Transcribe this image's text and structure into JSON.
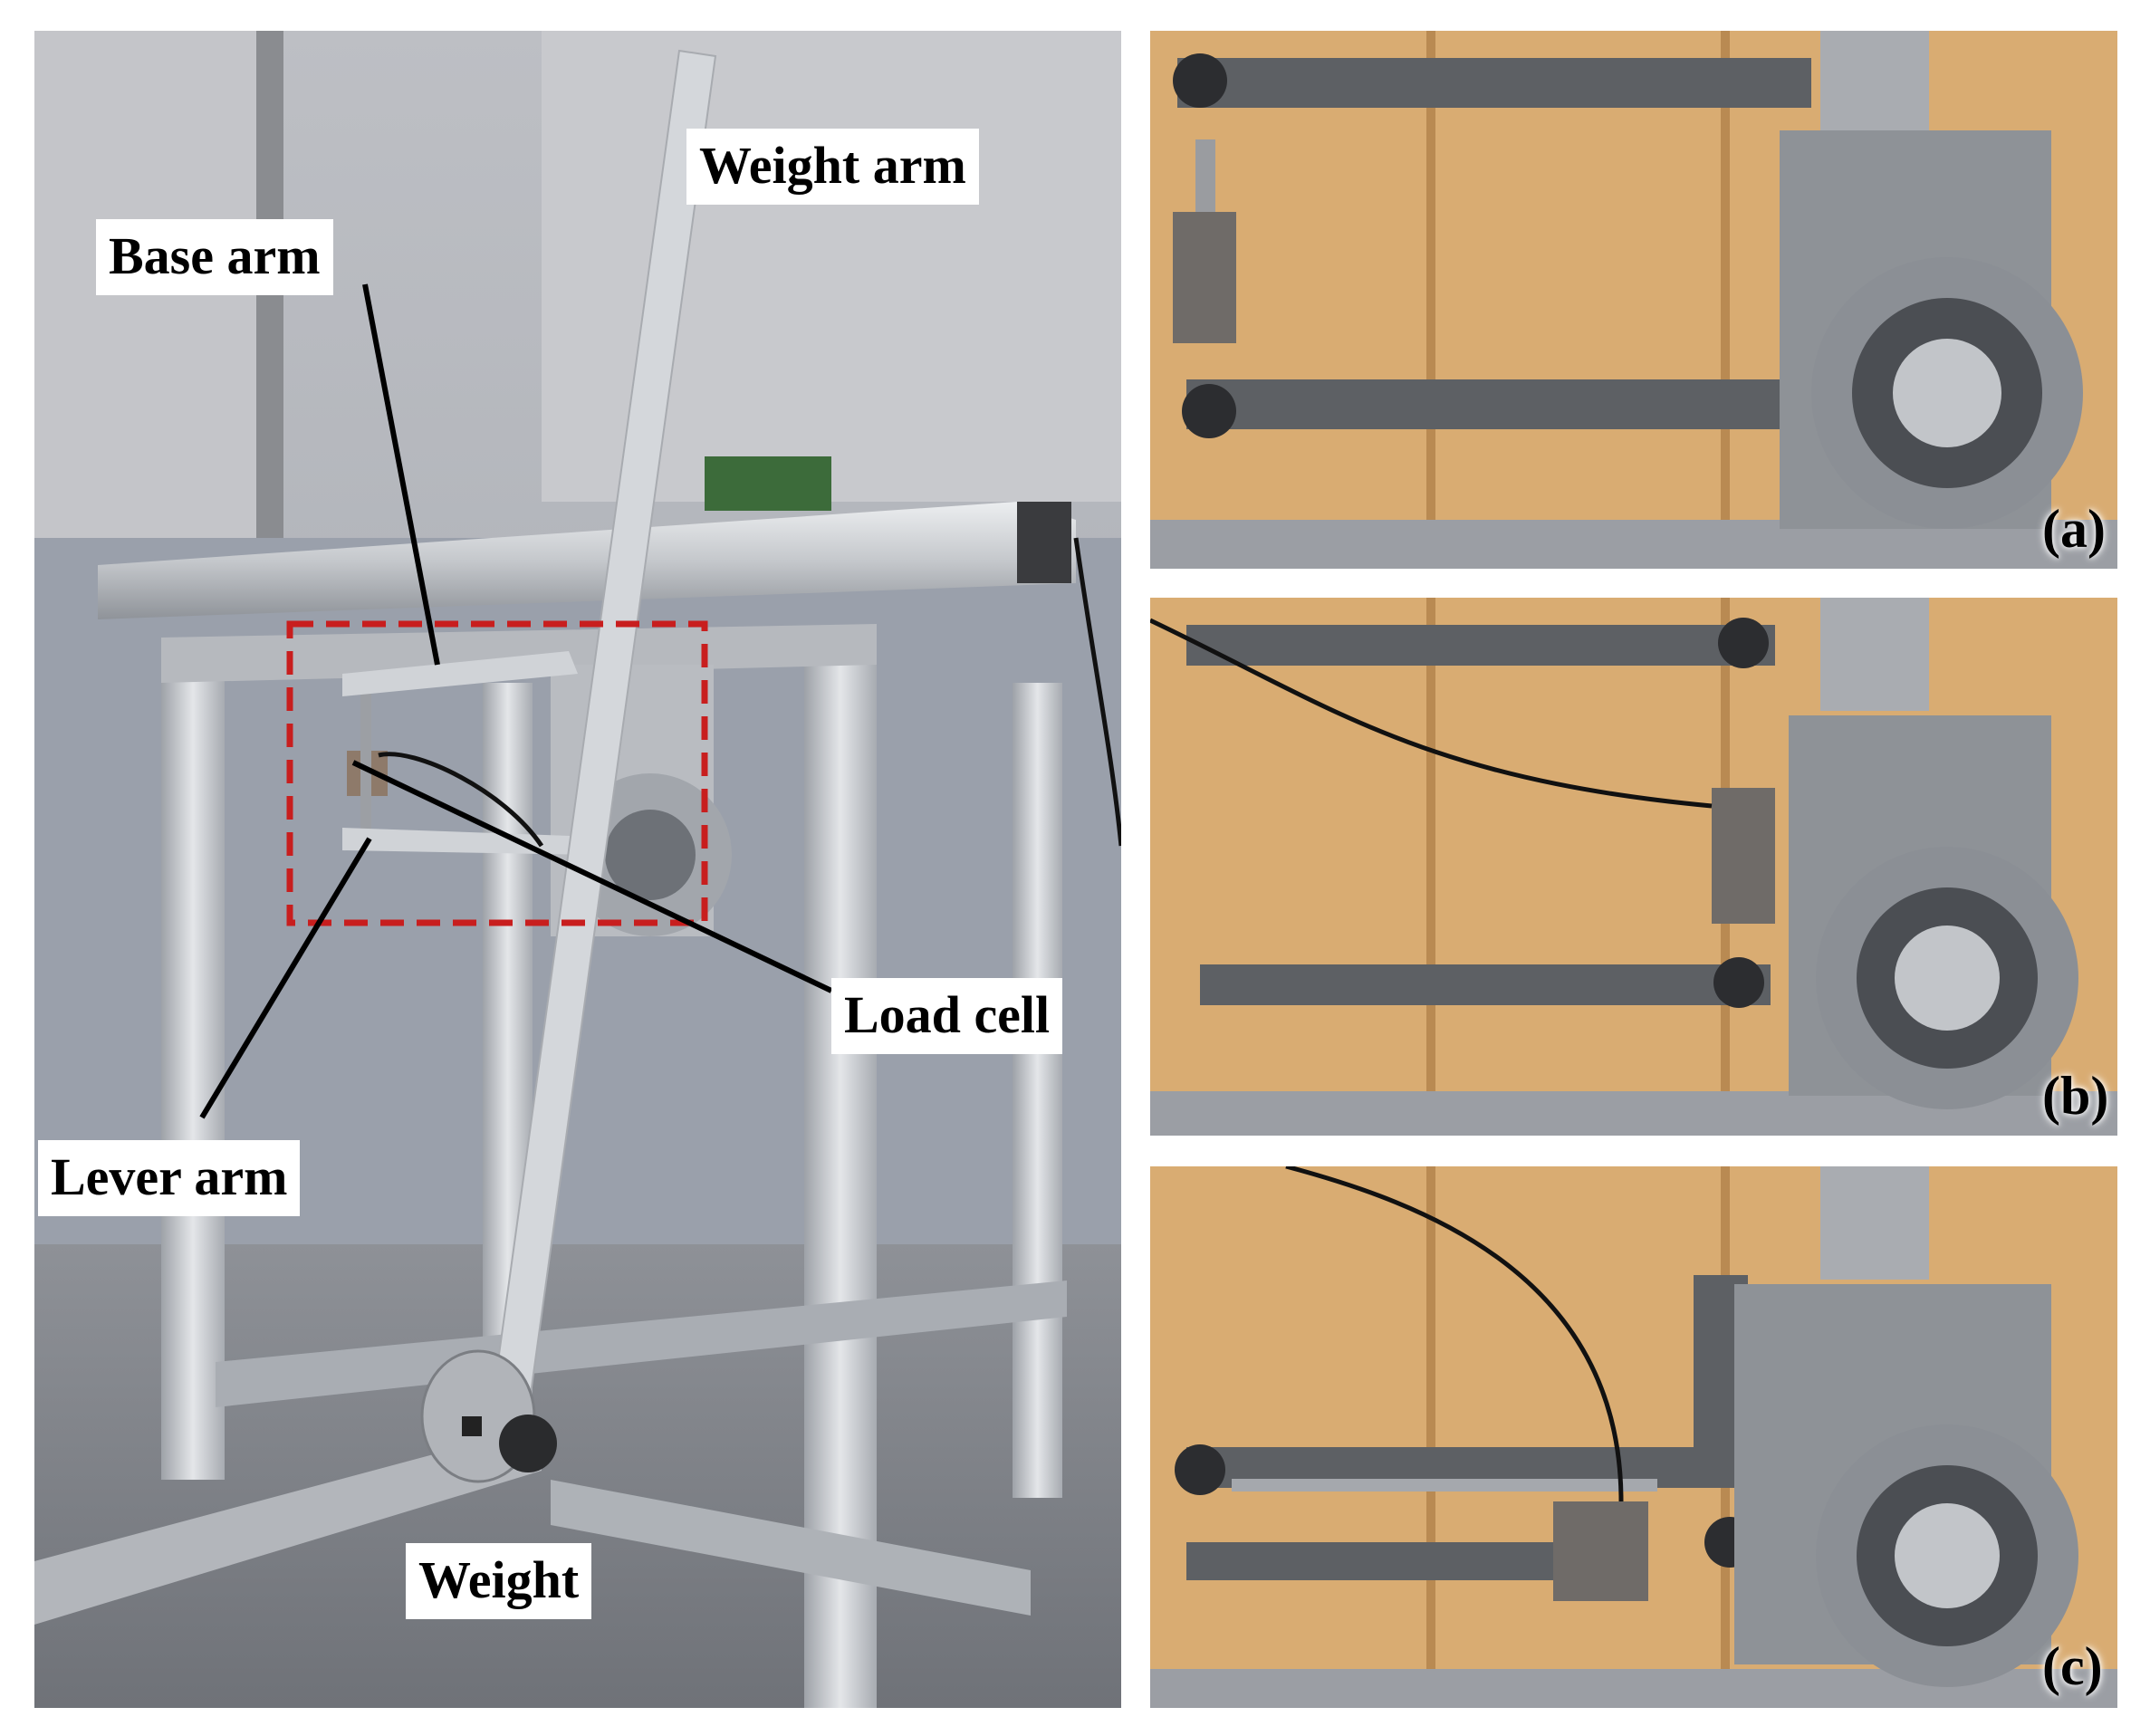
{
  "figure": {
    "labels": {
      "weight_arm": "Weight arm",
      "base_arm": "Base arm",
      "load_cell": "Load cell",
      "lever_arm": "Lever arm",
      "weight": "Weight"
    },
    "panels": [
      {
        "tag": "(a)"
      },
      {
        "tag": "(b)"
      },
      {
        "tag": "(c)"
      }
    ],
    "colors": {
      "highlight_box": "#c81e1e",
      "aluminum": "#c9ccd0",
      "wall_gray": "#a7aab2",
      "wood": "#d9ac72"
    }
  }
}
